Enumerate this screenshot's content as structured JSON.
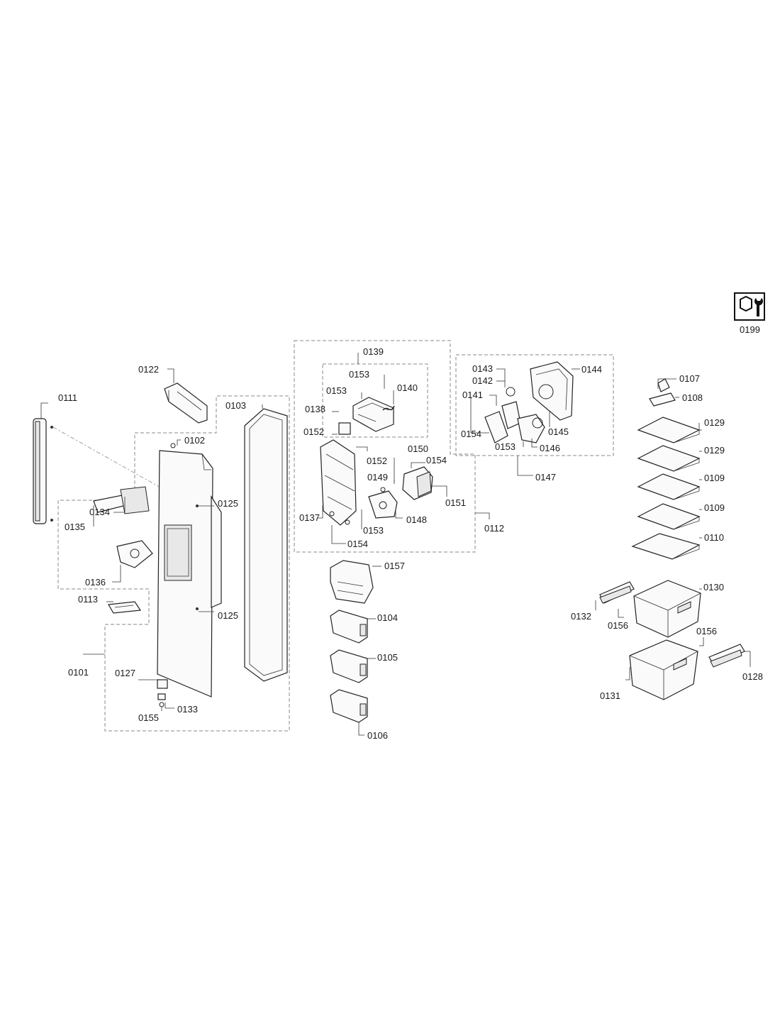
{
  "labels": {
    "l0199": "0199",
    "l0139": "0139",
    "l0122": "0122",
    "l0111": "0111",
    "l0103": "0103",
    "l0102": "0102",
    "l0153a": "0153",
    "l0153b": "0153",
    "l0140": "0140",
    "l0138": "0138",
    "l0152a": "0152",
    "l0152b": "0152",
    "l0150": "0150",
    "l0154a": "0154",
    "l0149": "0149",
    "l0151": "0151",
    "l0137": "0137",
    "l0153c": "0153",
    "l0148": "0148",
    "l0154b": "0154",
    "l0112": "0112",
    "l0143": "0143",
    "l0142": "0142",
    "l0141": "0141",
    "l0154c": "0154",
    "l0153d": "0153",
    "l0146": "0146",
    "l0145": "0145",
    "l0144": "0144",
    "l0147": "0147",
    "l0107": "0107",
    "l0108": "0108",
    "l0129a": "0129",
    "l0129b": "0129",
    "l0109a": "0109",
    "l0109b": "0109",
    "l0110": "0110",
    "l0134": "0134",
    "l0135": "0135",
    "l0136": "0136",
    "l0125a": "0125",
    "l0125b": "0125",
    "l0113": "0113",
    "l0101": "0101",
    "l0127": "0127",
    "l0133": "0133",
    "l0155": "0155",
    "l0157": "0157",
    "l0104": "0104",
    "l0105": "0105",
    "l0106": "0106",
    "l0130": "0130",
    "l0132": "0132",
    "l0156a": "0156",
    "l0156b": "0156",
    "l0128": "0128",
    "l0131": "0131"
  }
}
